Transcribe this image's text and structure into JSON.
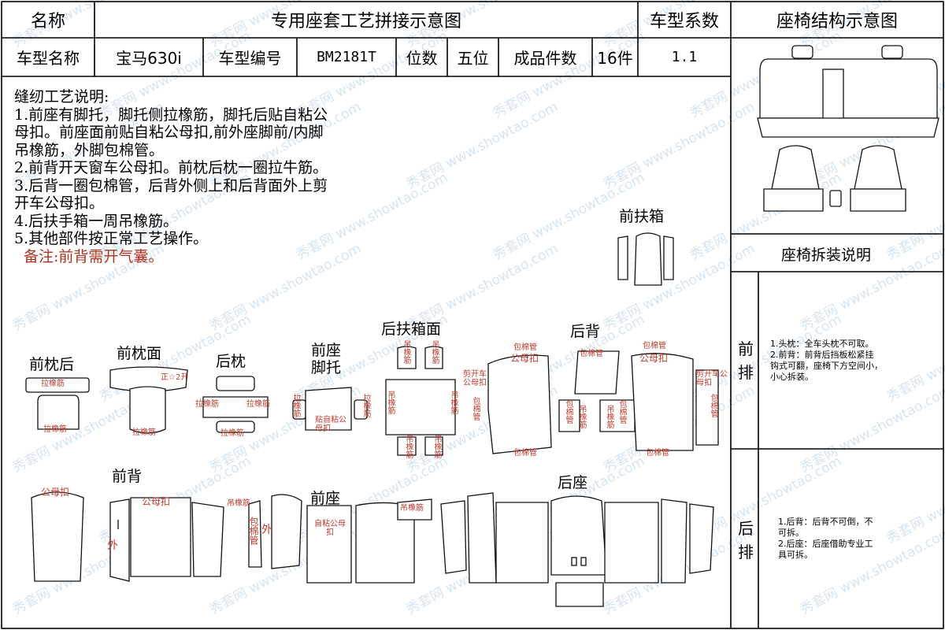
{
  "header": {
    "name_label": "名称",
    "title": "专用座套工艺拼接示意图",
    "coef_label": "车型系数",
    "structure_title": "座椅结构示意图"
  },
  "info": {
    "model_name_label": "车型名称",
    "model_name": "宝马630i",
    "model_code_label": "车型编号",
    "model_code": "BM2181T",
    "seats_label": "位数",
    "seats": "五位",
    "pieces_label": "成品件数",
    "pieces": "16件",
    "coef": "1.1"
  },
  "notes": {
    "lines": [
      "缝纫工艺说明:",
      "1.前座有脚托，脚托侧拉橡筋，脚托后贴自粘公",
      "母扣。前座面前贴自粘公母扣,前外座脚前/内脚",
      "吊橡筋，外脚包棉管。",
      "2.前背开天窗车公母扣。前枕后枕一圈拉牛筋。",
      "3.后背一圈包棉管，后背外侧上和后背面外上剪",
      "开车公母扣。",
      "4.后扶手箱一周吊橡筋。",
      "5.其他部件按正常工艺操作。"
    ],
    "remark": "备注:前背需开气囊。"
  },
  "pieces": {
    "front_armrest": "前扶箱",
    "front_pillow_back": "前枕后",
    "front_pillow_face": "前枕面",
    "rear_pillow": "后枕",
    "front_footrest": "前座\n脚托",
    "rear_armrest_face": "后扶箱面",
    "rear_back": "后背",
    "front_back": "前背",
    "front_seat": "前座",
    "rear_seat": "后座"
  },
  "tags": {
    "pull_elastic": "拉橡筋",
    "open_2": "正☆2开",
    "hang_elastic": "吊橡筋",
    "self_stick_snap": "贴自粘公母扣",
    "cut_snap": "剪开车公母扣",
    "cotton_tube": "包棉管",
    "snap": "公母扣",
    "outside": "外",
    "self_stick": "自粘公母扣",
    "hang_elastic_v": "吊橡筋",
    "cotton_tube_v": "包棉管"
  },
  "side": {
    "disassembly_title": "座椅拆装说明",
    "front_row": "前排",
    "rear_row": "后排",
    "front_notes": [
      "1.头枕：全车头枕不可取。",
      "2.前背：前背后挡板松紧挂",
      "钩式可翻，座椅下方空间小，",
      "小心拆装。"
    ],
    "rear_notes": [
      "1.后背：后背不可倒，不",
      "可拆。",
      "2.后座：后座借助专业工",
      "具可拆。"
    ]
  },
  "colors": {
    "annotation_red": "#c0392b",
    "line": "#111111",
    "watermark": "#8ab4d8"
  },
  "watermark": {
    "text": "秀套网 www.showtao.com"
  }
}
